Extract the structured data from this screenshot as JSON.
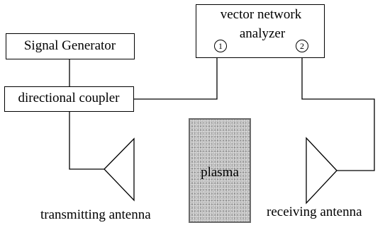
{
  "vna": {
    "line1": "vector network",
    "line2": "analyzer",
    "port1": "1",
    "port2": "2"
  },
  "signal_generator": {
    "label": "Signal Generator"
  },
  "coupler": {
    "label": "directional coupler"
  },
  "plasma": {
    "label": "plasma"
  },
  "tx_antenna": {
    "label": "transmitting antenna"
  },
  "rx_antenna": {
    "label": "receiving antenna"
  }
}
